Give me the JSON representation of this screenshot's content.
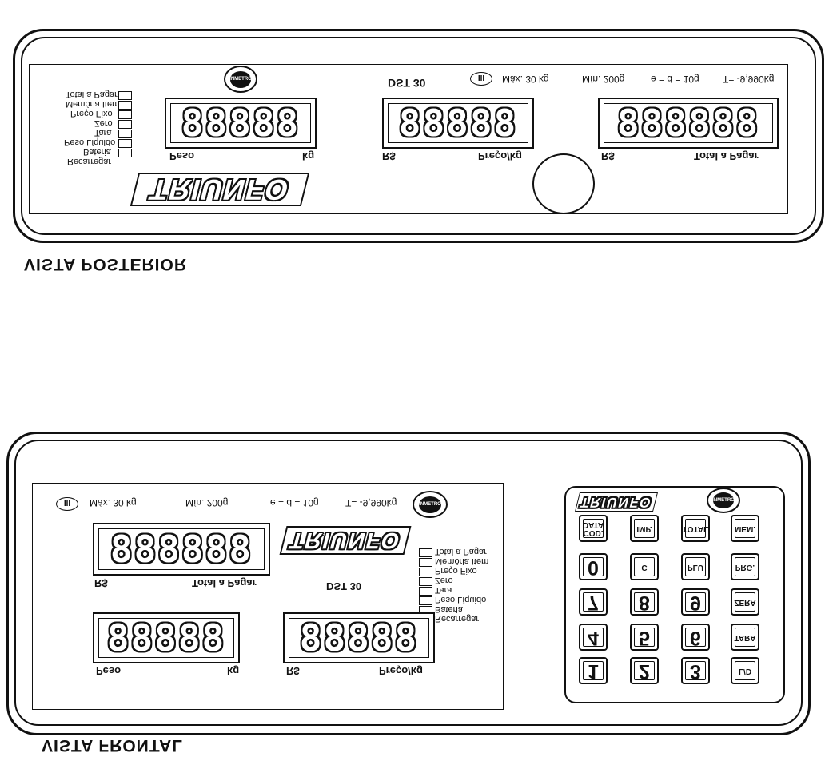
{
  "rear_view": {
    "caption": "VISTA POSTERIOR",
    "brand": "TRIUNFO",
    "model": "DST 30",
    "class_mark": "III",
    "max": "Máx. 30 kg",
    "min": "Mín. 200g",
    "division": "e = d = 10g",
    "tare": "T= -9,990kg",
    "seal": "INMETRO",
    "indicators": [
      "Total a Pagar",
      "Memória Item",
      "Preço Fixo",
      "Zero",
      "Tara",
      "Peso Líquido",
      "Bateria",
      "Recarregar"
    ],
    "displays": {
      "weight": {
        "digits": "88888",
        "label_left": "Peso",
        "label_right": "kg"
      },
      "price": {
        "digits": "88888",
        "label_left": "R$",
        "label_right": "Preço/kg"
      },
      "total": {
        "digits": "888888",
        "label_left": "R$",
        "label_right": "Total a Pagar"
      }
    }
  },
  "front_view": {
    "caption": "VISTA FRONTAL",
    "brand": "TRIUNFO",
    "model": "DST 30",
    "class_mark": "III",
    "max": "Máx. 30 kg",
    "min": "Mín. 200g",
    "division": "e = d = 10g",
    "tare": "T= -9,990kg",
    "seal": "INMETRO",
    "indicators": [
      "Total a Pagar",
      "Memória Item",
      "Preço Fixo",
      "Zero",
      "Tara",
      "Peso Líquido",
      "Bateria",
      "Recarregar"
    ],
    "displays": {
      "total": {
        "digits": "888888",
        "label_left": "R$",
        "label_right": "Total a Pagar"
      },
      "weight": {
        "digits": "88888",
        "label_left": "Peso",
        "label_right": "kg"
      },
      "price": {
        "digits": "88888",
        "label_left": "R$",
        "label_right": "Preço/kg"
      }
    },
    "keypad": {
      "brand": "TRIUNFO",
      "seal": "INMETRO",
      "rows": [
        [
          "COD.\nDATA",
          "IMP.",
          "TOTAL",
          "MEM."
        ],
        [
          "0",
          "C",
          "PLU",
          "PRG."
        ],
        [
          "7",
          "8",
          "9",
          "ZERA"
        ],
        [
          "4",
          "5",
          "6",
          "TARA"
        ],
        [
          "1",
          "2",
          "3",
          "L/D"
        ]
      ]
    }
  }
}
